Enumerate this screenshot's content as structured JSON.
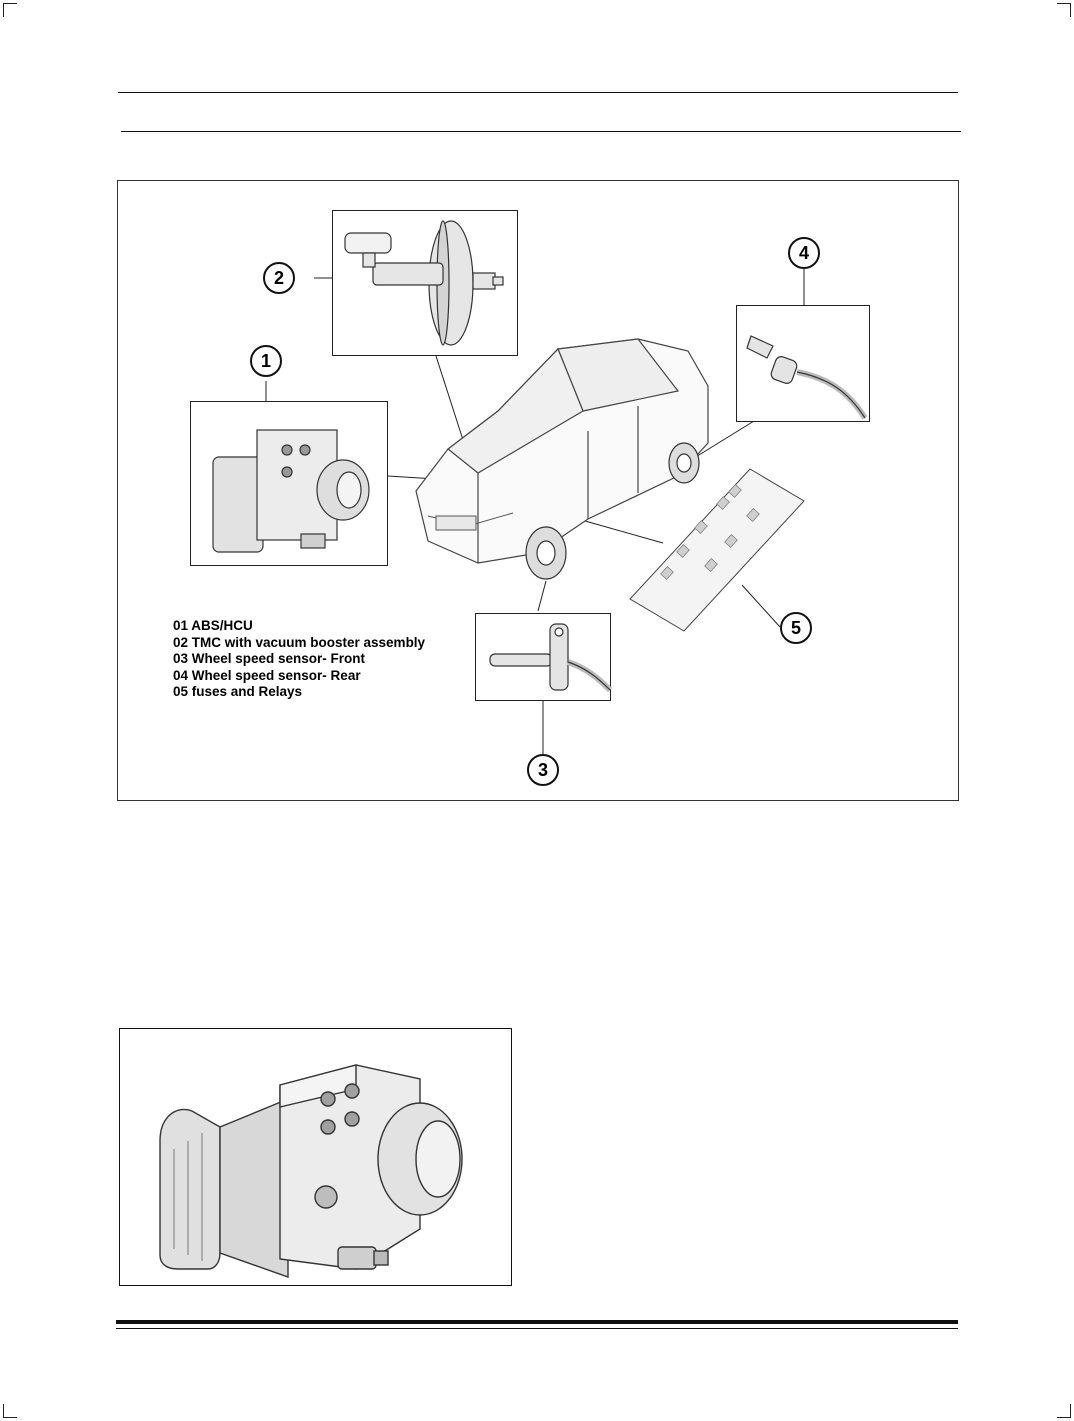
{
  "figure_legend": [
    "01 ABS/HCU",
    "02 TMC with vacuum booster assembly",
    "03 Wheel speed sensor- Front",
    "04 Wheel speed sensor- Rear",
    "05 fuses and Relays"
  ],
  "callouts": {
    "c1": "1",
    "c2": "2",
    "c3": "3",
    "c4": "4",
    "c5": "5"
  }
}
